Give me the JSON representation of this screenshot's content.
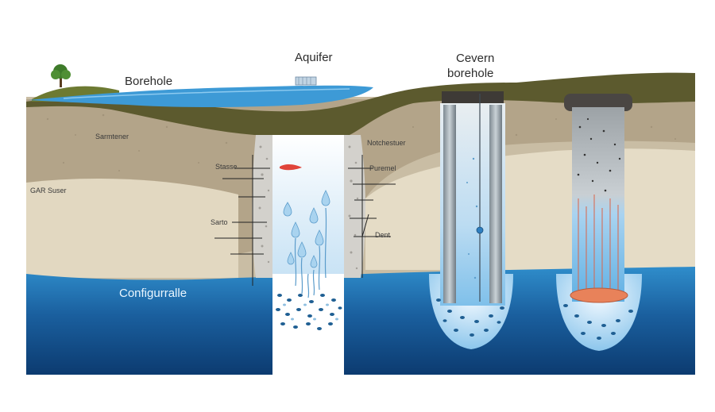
{
  "labels": {
    "borehole": "Borehole",
    "aquifer": "Aquifer",
    "cavern_line1": "Cevern",
    "cavern_line2": "borehole",
    "sandstone": "Sarmtener",
    "gar_suser": "GAR Suser",
    "stasse": "Stasse",
    "sarto": "Sarto",
    "notchestuer": "Notchestuer",
    "puremel": "Puremel",
    "dent": "Dent",
    "configurralle": "Configurralle"
  },
  "colors": {
    "sky": "#ffffff",
    "surface_water": "#3d9ad6",
    "topsoil": "#5c5a2e",
    "rock_upper": "#b4a58a",
    "rock_lower": "#e1d8c2",
    "aquifer_deep": "#0c3b70",
    "aquifer_top": "#2f8dcb",
    "well_glass": "#dcedf9",
    "casing": "#8e9aa2",
    "hot_layer": "#e8825a"
  },
  "icons": [
    "tree-icon",
    "pump-house-icon"
  ]
}
